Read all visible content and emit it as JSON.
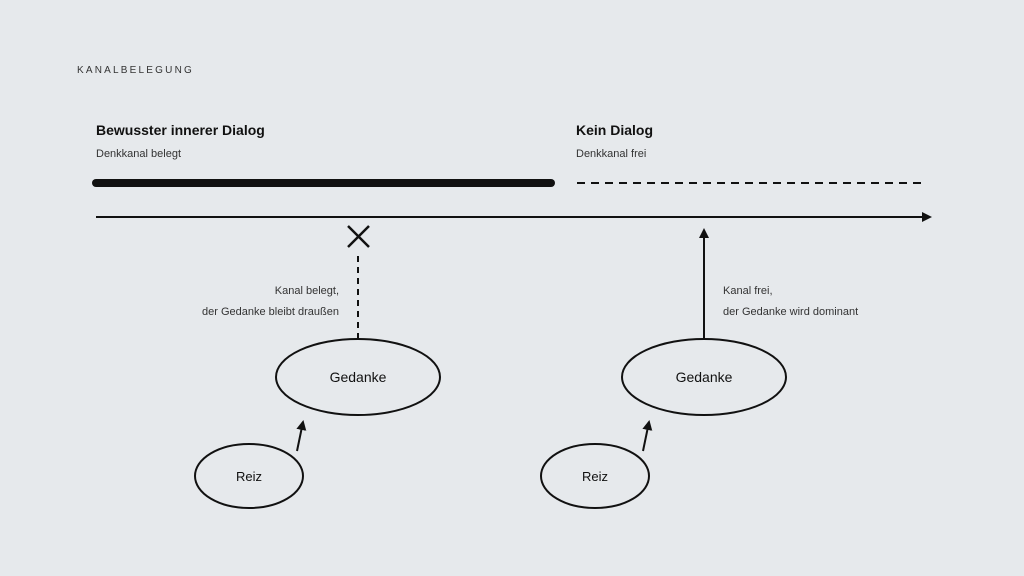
{
  "header": {
    "label": "KANALBELEGUNG"
  },
  "left": {
    "title": "Bewusster innerer Dialog",
    "subtitle": "Denkkanal belegt",
    "note_line1": "Kanal belegt,",
    "note_line2": "der Gedanke bleibt draußen",
    "thought": "Gedanke",
    "stimulus": "Reiz"
  },
  "right": {
    "title": "Kein Dialog",
    "subtitle": "Denkkanal frei",
    "note_line1": "Kanal frei,",
    "note_line2": "der Gedanke wird dominant",
    "thought": "Gedanke",
    "stimulus": "Reiz"
  },
  "colors": {
    "background": "#e6e9ec",
    "ink": "#111111"
  }
}
